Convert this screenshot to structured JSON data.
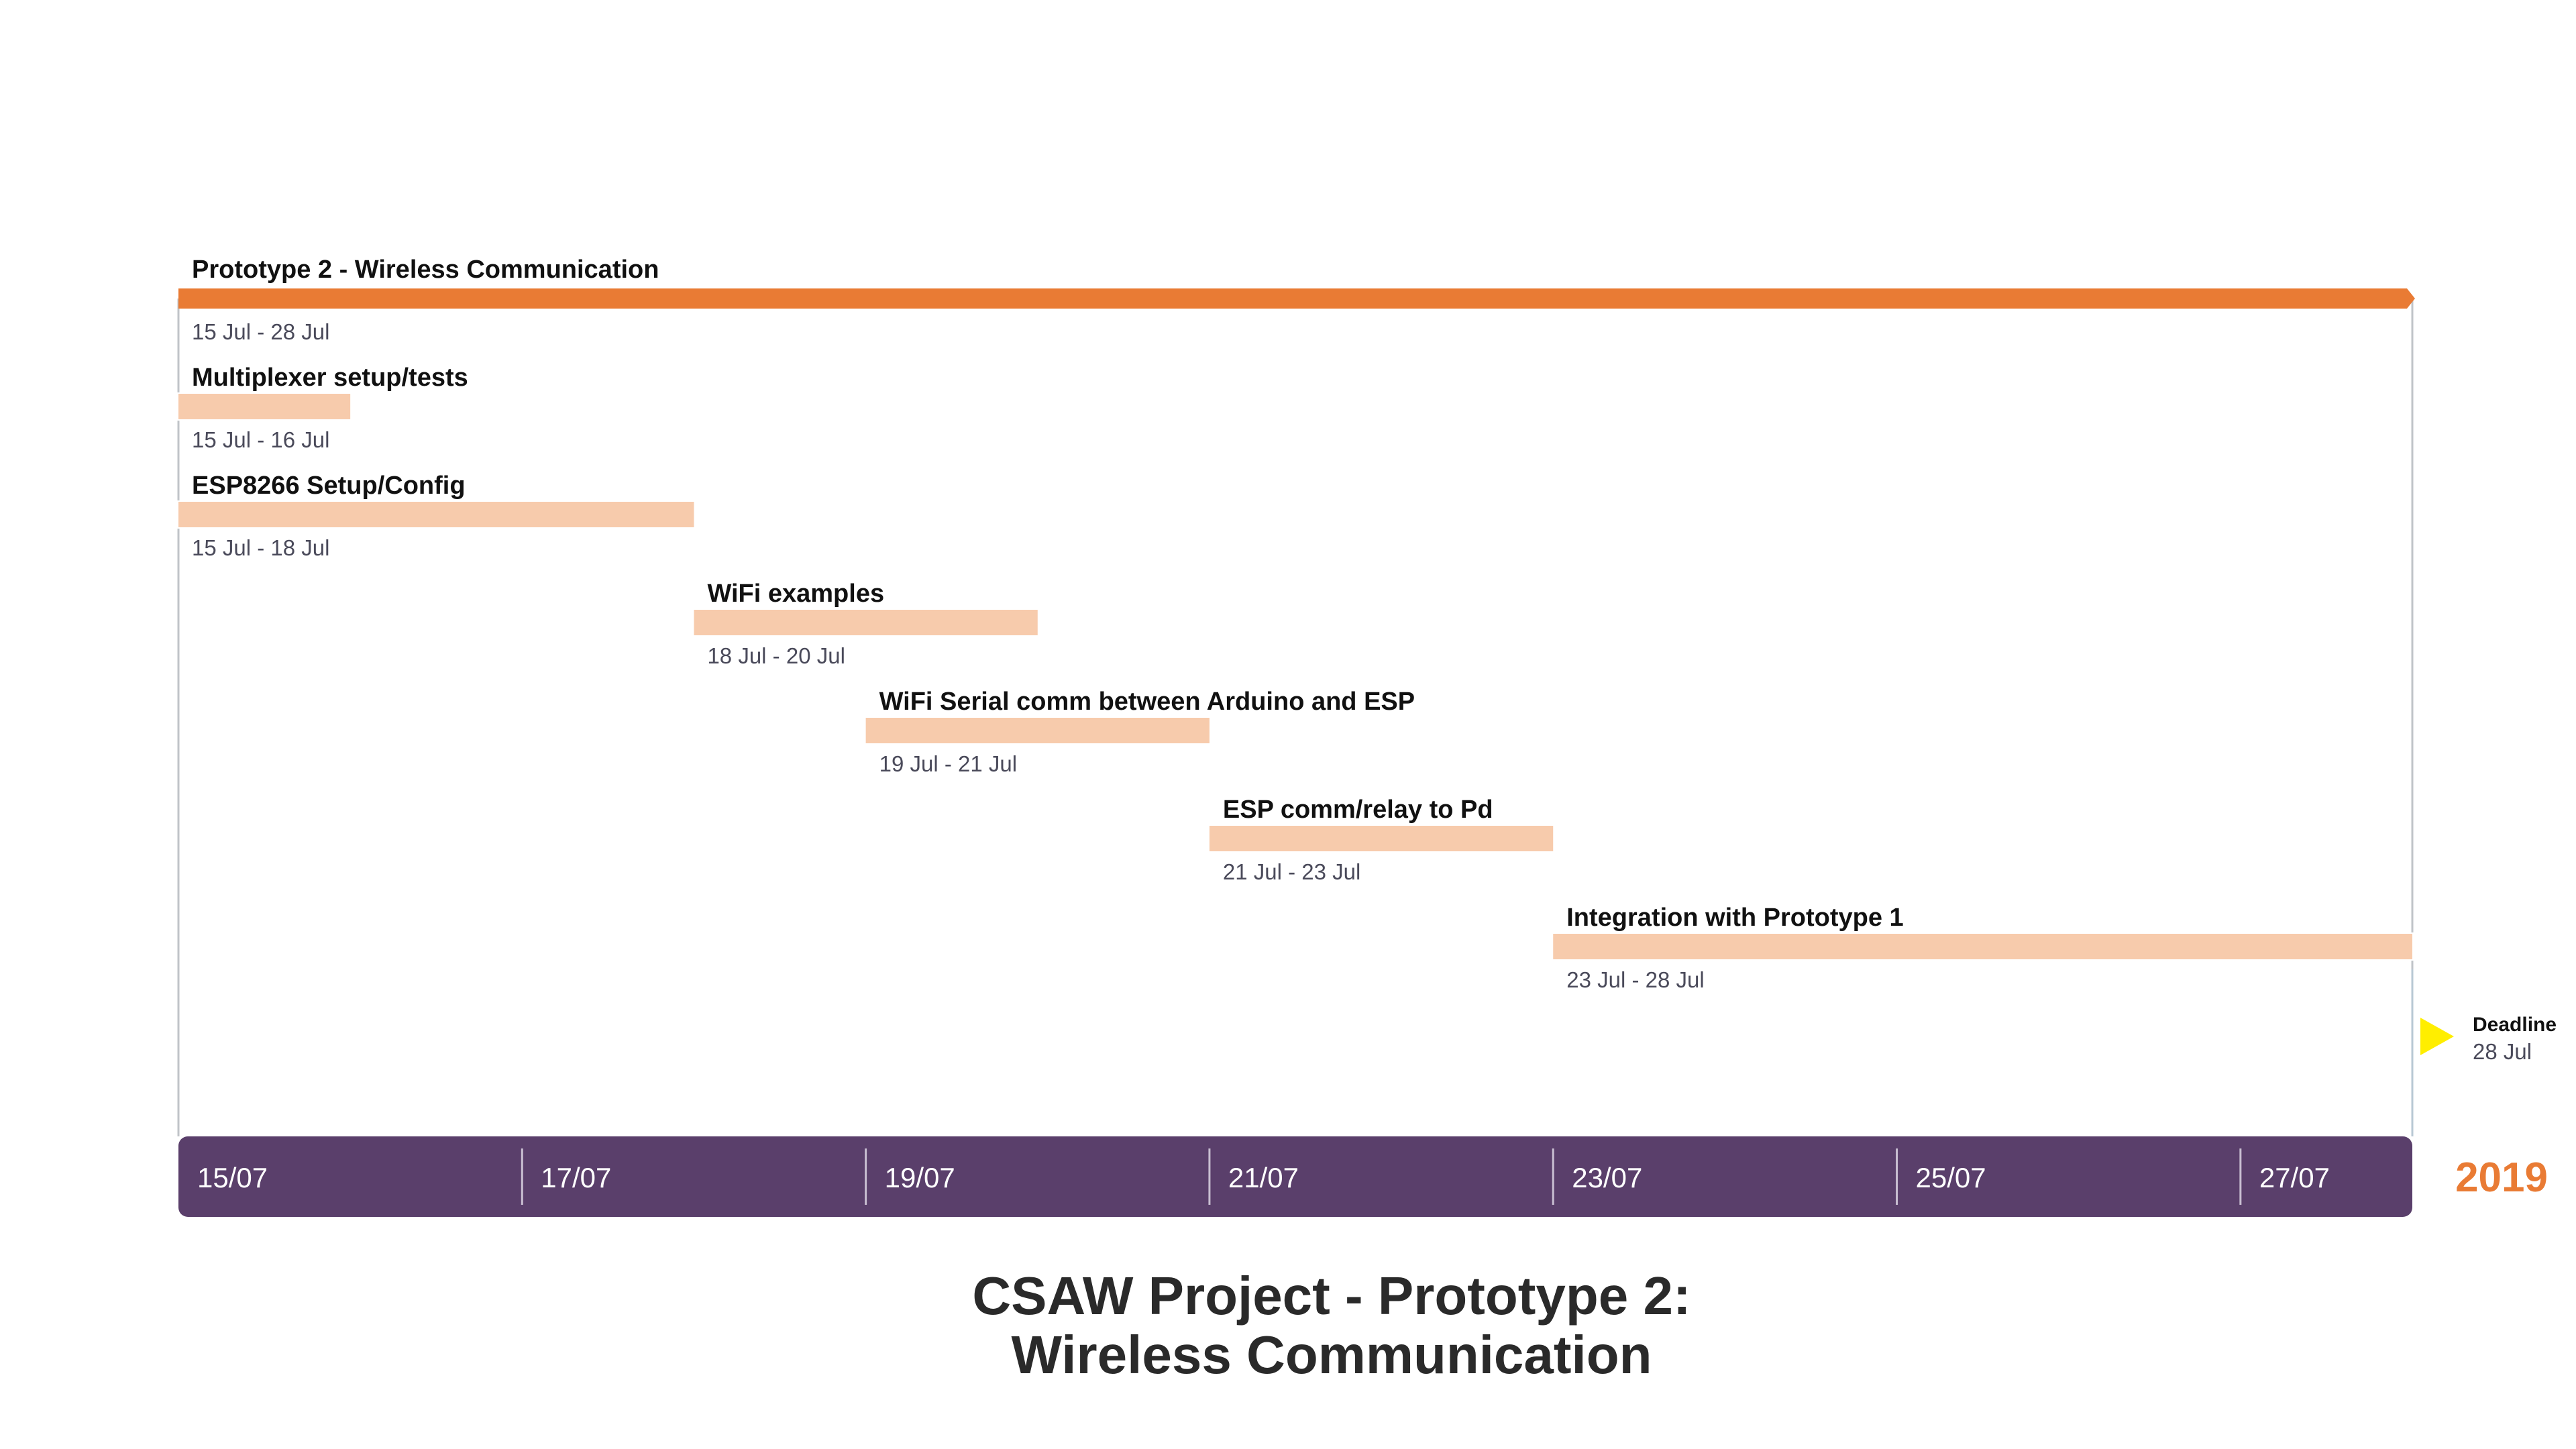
{
  "chart_data": {
    "type": "gantt",
    "title_lines": [
      "CSAW Project - Prototype 2:",
      "Wireless Communication"
    ],
    "year": "2019",
    "x_range": [
      "2019-07-15",
      "2019-07-28"
    ],
    "ticks": [
      {
        "date": "2019-07-15",
        "label": "15/07"
      },
      {
        "date": "2019-07-17",
        "label": "17/07"
      },
      {
        "date": "2019-07-19",
        "label": "19/07"
      },
      {
        "date": "2019-07-21",
        "label": "21/07"
      },
      {
        "date": "2019-07-23",
        "label": "23/07"
      },
      {
        "date": "2019-07-25",
        "label": "25/07"
      },
      {
        "date": "2019-07-27",
        "label": "27/07"
      }
    ],
    "tasks": [
      {
        "name": "Prototype 2 - Wireless Communication",
        "start": "2019-07-15",
        "end": "2019-07-28",
        "date_label": "15 Jul - 28 Jul",
        "kind": "summary"
      },
      {
        "name": "Multiplexer setup/tests",
        "start": "2019-07-15",
        "end": "2019-07-16",
        "date_label": "15 Jul - 16 Jul",
        "kind": "task"
      },
      {
        "name": "ESP8266 Setup/Config",
        "start": "2019-07-15",
        "end": "2019-07-18",
        "date_label": "15 Jul - 18 Jul",
        "kind": "task"
      },
      {
        "name": "WiFi examples",
        "start": "2019-07-18",
        "end": "2019-07-20",
        "date_label": "18 Jul - 20 Jul",
        "kind": "task"
      },
      {
        "name": "WiFi Serial comm between Arduino and ESP",
        "start": "2019-07-19",
        "end": "2019-07-21",
        "date_label": "19 Jul - 21 Jul",
        "kind": "task"
      },
      {
        "name": "ESP comm/relay to Pd",
        "start": "2019-07-21",
        "end": "2019-07-23",
        "date_label": "21 Jul - 23 Jul",
        "kind": "task"
      },
      {
        "name": "Integration with Prototype 1",
        "start": "2019-07-23",
        "end": "2019-07-28",
        "date_label": "23 Jul - 28 Jul",
        "kind": "task"
      }
    ],
    "milestones": [
      {
        "name": "Deadline",
        "date": "2019-07-28",
        "date_label": "28 Jul"
      }
    ],
    "colors": {
      "summary_bar": "#e97b34",
      "task_bar": "#f7cbac",
      "timescale_band": "#5a3f6b",
      "year": "#e97b34",
      "milestone": "#ffee00",
      "connector": "#c0c4c8"
    }
  }
}
